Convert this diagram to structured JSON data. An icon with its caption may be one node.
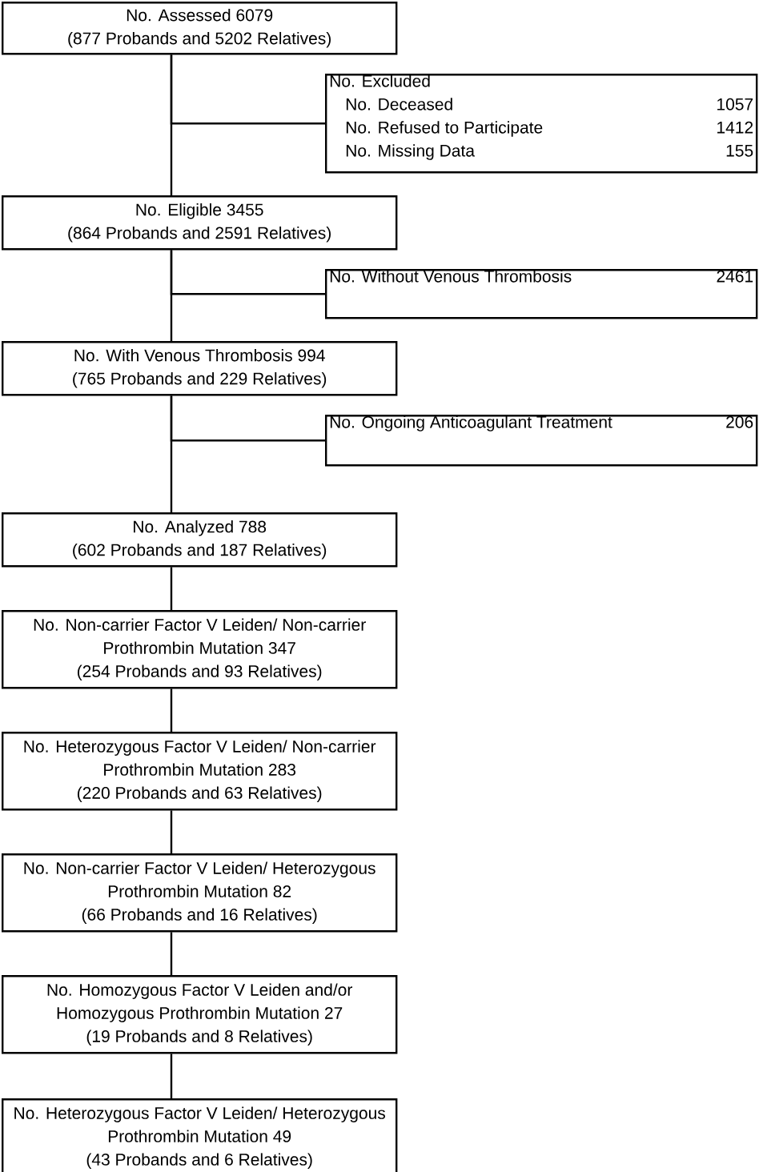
{
  "diagram": {
    "nodes": [
      {
        "text": [
          "No. Assessed 6079",
          "(877 Probands and 5202 Relatives)"
        ]
      },
      {
        "text": [
          "No. Excluded",
          "No. Deceased",
          "1057",
          "No. Refused to Participate",
          "1412",
          "No. Missing Data",
          "155"
        ]
      },
      {
        "text": [
          "No. Eligible 3455",
          "(864 Probands and 2591 Relatives)"
        ]
      },
      {
        "text": [
          "No. Without Venous Thrombosis",
          "2461"
        ]
      },
      {
        "text": [
          "No. With Venous Thrombosis 994",
          "(765 Probands and 229 Relatives)"
        ]
      },
      {
        "text": [
          "No. Ongoing Anticoagulant Treatment",
          "206"
        ]
      },
      {
        "text": [
          "No. Analyzed 788",
          "(602 Probands and 187 Relatives)"
        ]
      },
      {
        "text": [
          "No. Non-carrier Factor V Leiden/ Non-carrier Prothrombin Mutation 347",
          "(254 Probands and 93 Relatives)"
        ]
      },
      {
        "text": [
          "No. Heterozygous Factor V Leiden/ Non-carrier Prothrombin Mutation 283",
          "(220 Probands and 63 Relatives)"
        ]
      },
      {
        "text": [
          "No. Non-carrier Factor V Leiden/ Heterozygous Prothrombin Mutation 82",
          "(66 Probands and 16 Relatives)"
        ]
      },
      {
        "text": [
          "No. Homozygous Factor V Leiden and/or Homozygous Prothrombin Mutation 27",
          "(19 Probands and 8 Relatives)"
        ]
      },
      {
        "text": [
          "No. Heterozygous Factor V Leiden/ Heterozygous Prothrombin Mutation 49",
          "(43 Probands and 6 Relatives)"
        ]
      }
    ],
    "edges": [
      {
        "from": 0,
        "to": 2,
        "arrow": "none"
      },
      {
        "from": 0,
        "to": 1,
        "arrow": "none"
      },
      {
        "from": 2,
        "to": 4,
        "arrow": "none"
      },
      {
        "from": 2,
        "to": 3,
        "arrow": "none"
      },
      {
        "from": 4,
        "to": 6,
        "arrow": "none"
      },
      {
        "from": 4,
        "to": 5,
        "arrow": "none"
      },
      {
        "from": 6,
        "to": 7,
        "arrow": "none"
      },
      {
        "from": 7,
        "to": 8,
        "arrow": "none"
      },
      {
        "from": 8,
        "to": 9,
        "arrow": "none"
      },
      {
        "from": 9,
        "to": 10,
        "arrow": "none"
      },
      {
        "from": 10,
        "to": 11,
        "arrow": "none"
      }
    ]
  }
}
